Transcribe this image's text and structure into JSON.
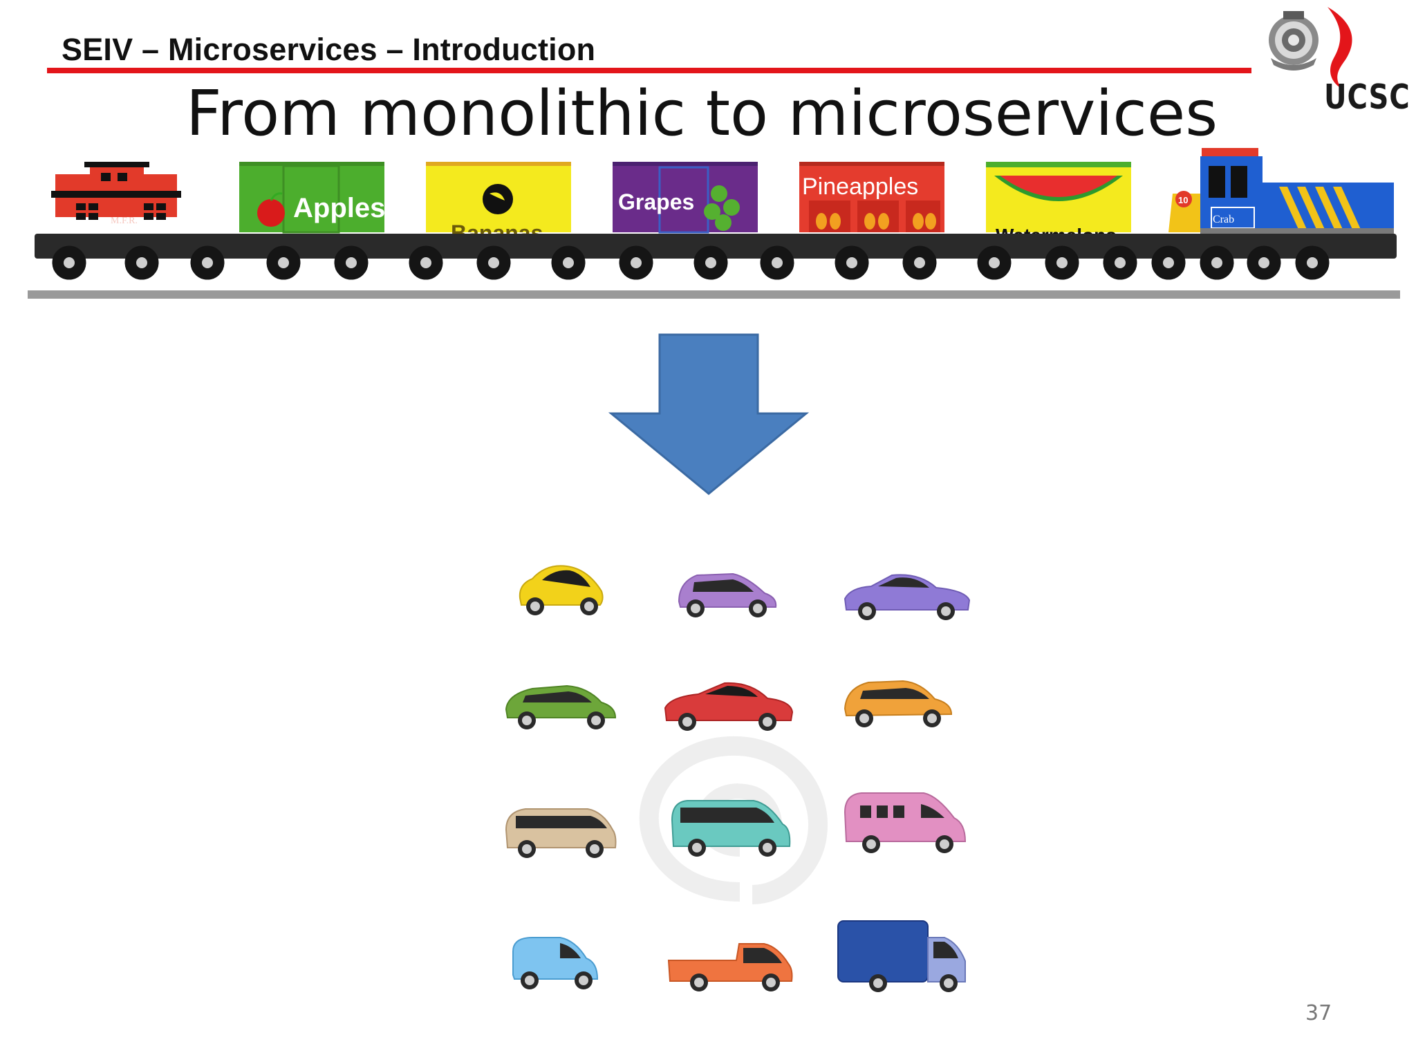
{
  "header": {
    "title": "SEIV – Microservices – Introduction"
  },
  "logo": {
    "text": "UCSC"
  },
  "slide": {
    "title": "From monolithic to microservices",
    "page_number": "37"
  },
  "train": {
    "caboose_label": "M.F.R.",
    "cars": [
      {
        "label": "Apples",
        "color": "#4cae2d"
      },
      {
        "label": "Bananas",
        "color": "#f4ea1e"
      },
      {
        "label": "Grapes",
        "color": "#6a2c8a"
      },
      {
        "label": "Pineapples",
        "color": "#e43c2e"
      },
      {
        "label": "Watermelons",
        "color": "#f4ea1e"
      }
    ],
    "engine_number": "10",
    "engine_label": "Crab"
  },
  "colors": {
    "accent_rule": "#e3151a",
    "arrow": "#4a7fbf"
  },
  "vehicles": [
    {
      "type": "hatchback",
      "color": "#f2d21a"
    },
    {
      "type": "minivan",
      "color": "#a97fce"
    },
    {
      "type": "sedan",
      "color": "#8f7ad6"
    },
    {
      "type": "hatchback",
      "color": "#6da63a"
    },
    {
      "type": "coupe",
      "color": "#d93b3b"
    },
    {
      "type": "hatchback",
      "color": "#f0a23a"
    },
    {
      "type": "van",
      "color": "#d9c2a0"
    },
    {
      "type": "van",
      "color": "#6ac9c0"
    },
    {
      "type": "bus",
      "color": "#e290c2"
    },
    {
      "type": "small-van",
      "color": "#7ec4f0"
    },
    {
      "type": "pickup",
      "color": "#ef7440"
    },
    {
      "type": "truck",
      "color": "#2a52a8"
    }
  ]
}
